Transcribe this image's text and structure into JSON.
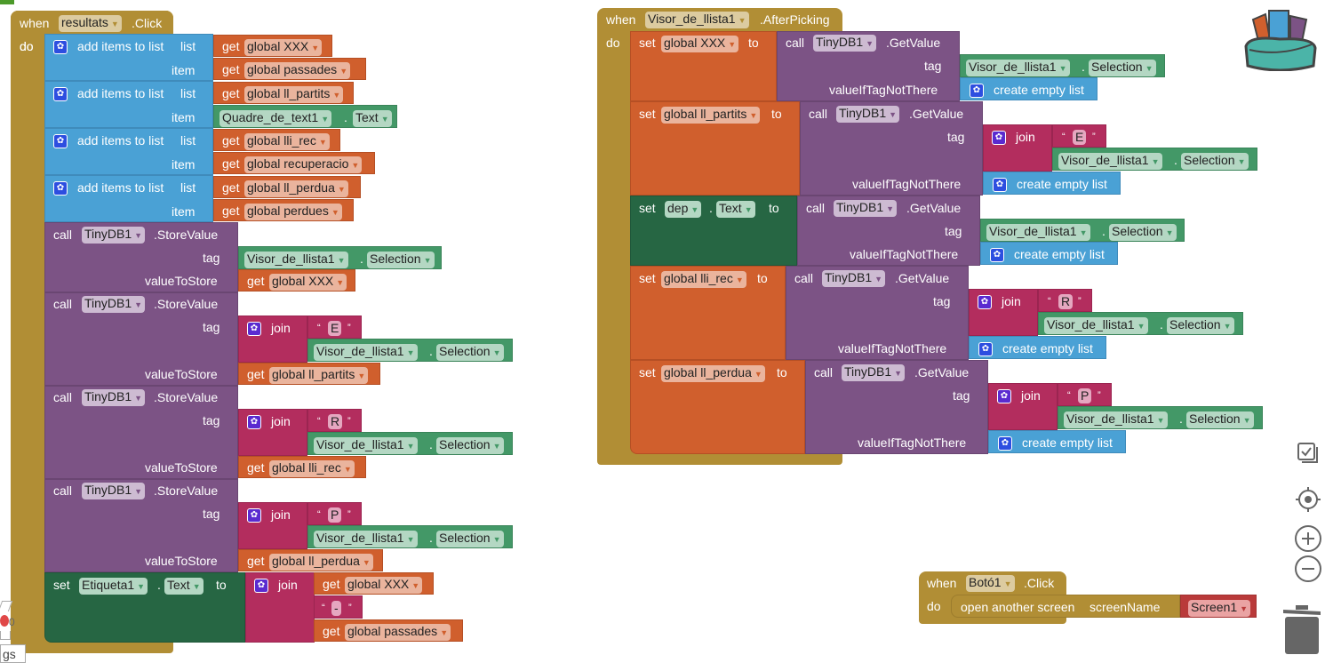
{
  "kw": {
    "when": "when",
    "do": "do",
    "call": "call",
    "set": "set",
    "to": "to",
    "get": "get",
    "join": "join",
    "tag": "tag",
    "item": "item",
    "list": "list",
    "valueToStore": "valueToStore",
    "valueIfTagNotThere": "valueIfTagNotThere",
    "add_items": "add items to list",
    "create_empty": "create empty list",
    "dot": ".",
    "open_screen": "open another screen",
    "screenName": "screenName",
    "q_open": "“",
    "q_close": "”"
  },
  "ev1": {
    "component": "resultats",
    "event": ".Click",
    "add_items": [
      {
        "list": "global XXX",
        "item": "global passades"
      },
      {
        "list": "global ll_partits",
        "item_comp": "Quadre_de_text1",
        "item_prop": "Text"
      },
      {
        "list": "global lli_rec",
        "item": "global recuperacio"
      },
      {
        "list": "global ll_perdua",
        "item": "global perdues"
      }
    ],
    "store": [
      {
        "db": "TinyDB1",
        "method": ".StoreValue",
        "tag_comp": "Visor_de_llista1",
        "tag_prop": "Selection",
        "value": "global XXX"
      },
      {
        "db": "TinyDB1",
        "method": ".StoreValue",
        "prefix": "E",
        "tag_comp": "Visor_de_llista1",
        "tag_prop": "Selection",
        "value": "global ll_partits"
      },
      {
        "db": "TinyDB1",
        "method": ".StoreValue",
        "prefix": "R",
        "tag_comp": "Visor_de_llista1",
        "tag_prop": "Selection",
        "value": "global lli_rec"
      },
      {
        "db": "TinyDB1",
        "method": ".StoreValue",
        "prefix": "P",
        "tag_comp": "Visor_de_llista1",
        "tag_prop": "Selection",
        "value": "global ll_perdua"
      }
    ],
    "set_label": {
      "comp": "Etiqueta1",
      "prop": "Text",
      "a": "global XXX",
      "sep": "-",
      "b": "global passades"
    }
  },
  "ev2": {
    "component": "Visor_de_llista1",
    "event": ".AfterPicking",
    "sets": [
      {
        "target": "global XXX",
        "db": "TinyDB1",
        "method": ".GetValue",
        "tag_comp": "Visor_de_llista1",
        "tag_prop": "Selection"
      },
      {
        "target": "global ll_partits",
        "db": "TinyDB1",
        "method": ".GetValue",
        "prefix": "E",
        "tag_comp": "Visor_de_llista1",
        "tag_prop": "Selection"
      },
      {
        "target_comp": "dep",
        "target_prop": "Text",
        "db": "TinyDB1",
        "method": ".GetValue",
        "tag_comp": "Visor_de_llista1",
        "tag_prop": "Selection"
      },
      {
        "target": "global lli_rec",
        "db": "TinyDB1",
        "method": ".GetValue",
        "prefix": "R",
        "tag_comp": "Visor_de_llista1",
        "tag_prop": "Selection"
      },
      {
        "target": "global ll_perdua",
        "db": "TinyDB1",
        "method": ".GetValue",
        "prefix": "P",
        "tag_comp": "Visor_de_llista1",
        "tag_prop": "Selection"
      }
    ]
  },
  "ev3": {
    "component": "Botó1",
    "event": ".Click",
    "screen": "Screen1"
  },
  "warnings": {
    "count": "0",
    "label": "gs"
  },
  "icons": {
    "backpack": "backpack-icon",
    "cleanup": "cleanup-icon",
    "center": "center-icon",
    "zoom_in": "zoom-in-icon",
    "zoom_out": "zoom-out-icon",
    "trash": "trash-icon"
  }
}
